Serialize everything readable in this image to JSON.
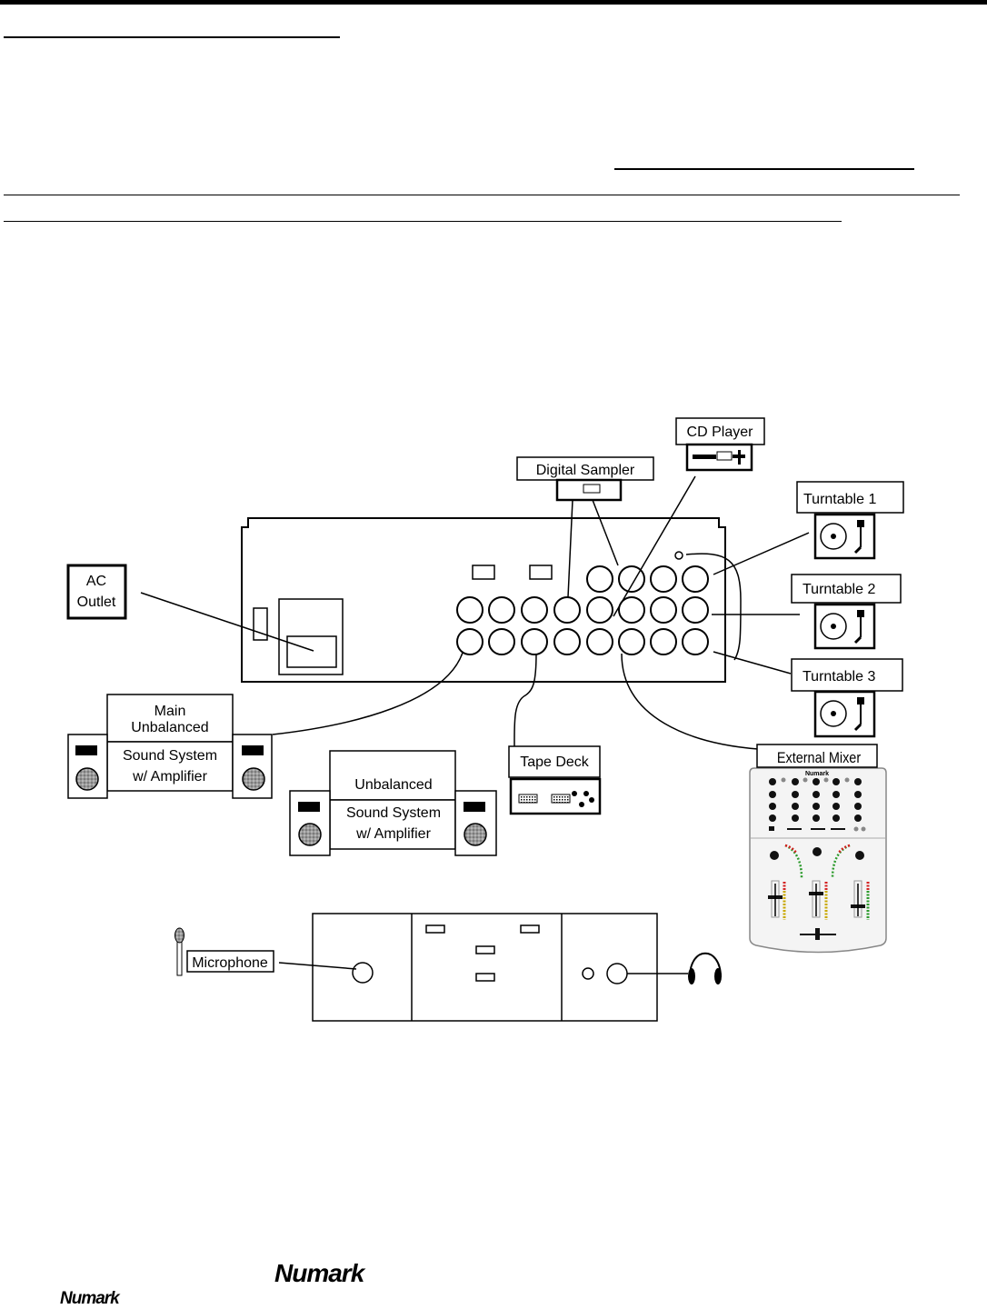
{
  "labels": {
    "ac_outlet": [
      "AC",
      "Outlet"
    ],
    "digital_sampler": "Digital Sampler",
    "cd_player": "CD Player",
    "turntable_1": "Turntable 1",
    "turntable_2": "Turntable 2",
    "turntable_3": "Turntable 3",
    "main_sound_top": [
      "Main",
      "Unbalanced"
    ],
    "main_sound_bottom": [
      "Sound System",
      "w/ Amplifier"
    ],
    "second_sound_top": "Unbalanced",
    "second_sound_bottom": [
      "Sound System",
      "w/ Amplifier"
    ],
    "tape_deck": "Tape Deck",
    "external_mixer": "External Mixer",
    "mixer_brand": "Numark",
    "microphone": "Microphone"
  },
  "footer": {
    "logo_large": "Numark",
    "logo_small": "Numark"
  }
}
